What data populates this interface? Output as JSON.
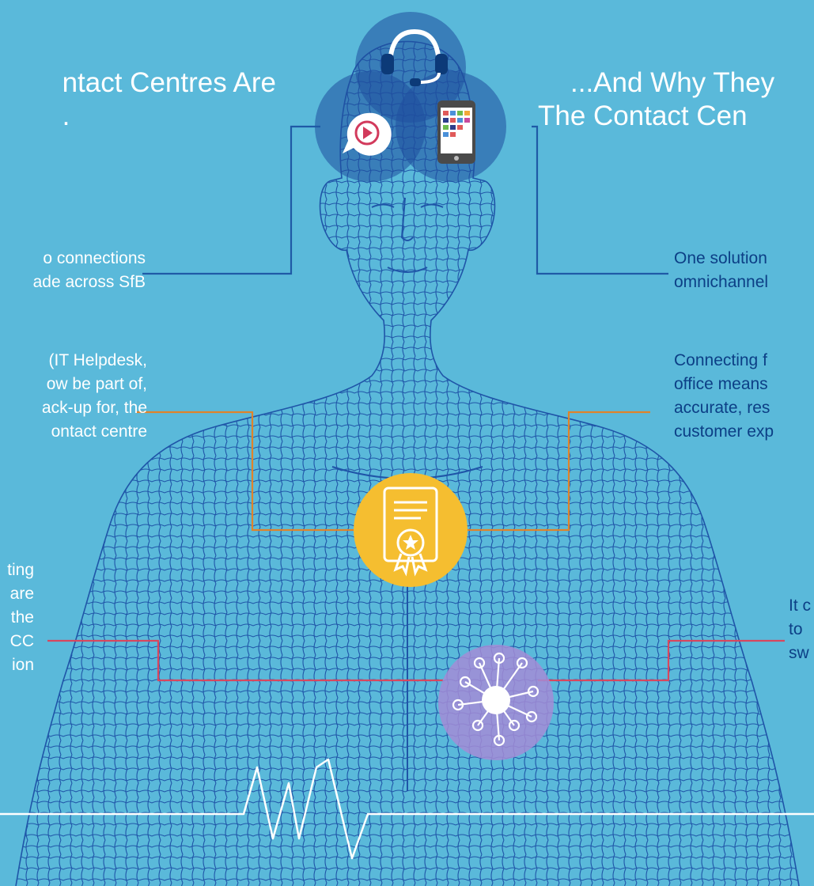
{
  "left_heading": {
    "lines": [
      "ntact Centres Are",
      "."
    ]
  },
  "right_heading": {
    "lines": [
      "...And Why They",
      "The Contact Cen"
    ]
  },
  "left_items": [
    {
      "lines": [
        "o connections",
        "ade across SfB"
      ]
    },
    {
      "lines": [
        "(IT Helpdesk,",
        "ow be part of,",
        "ack-up for, the",
        "ontact centre"
      ]
    },
    {
      "lines": [
        "ting",
        "are",
        "the",
        "CC",
        "ion"
      ]
    }
  ],
  "right_items": [
    {
      "lines": [
        "One solution",
        "omnichannel"
      ]
    },
    {
      "lines": [
        "Connecting f",
        "office means",
        "accurate, res",
        "customer exp"
      ]
    },
    {
      "lines": [
        "It c",
        "to",
        "sw"
      ]
    }
  ],
  "icons": [
    "headset-icon",
    "video-play-icon",
    "smartphone-icon",
    "certificate-icon",
    "network-hub-icon"
  ],
  "colors": {
    "background": "#5ab9da",
    "mesh": "#1f55a8",
    "connector_blue": "#1f5aa6",
    "connector_orange": "#e0832a",
    "connector_red": "#d8475e",
    "certificate_circle": "#f5be30",
    "network_circle": "#a38cd6",
    "heartbeat": "#ffffff"
  }
}
